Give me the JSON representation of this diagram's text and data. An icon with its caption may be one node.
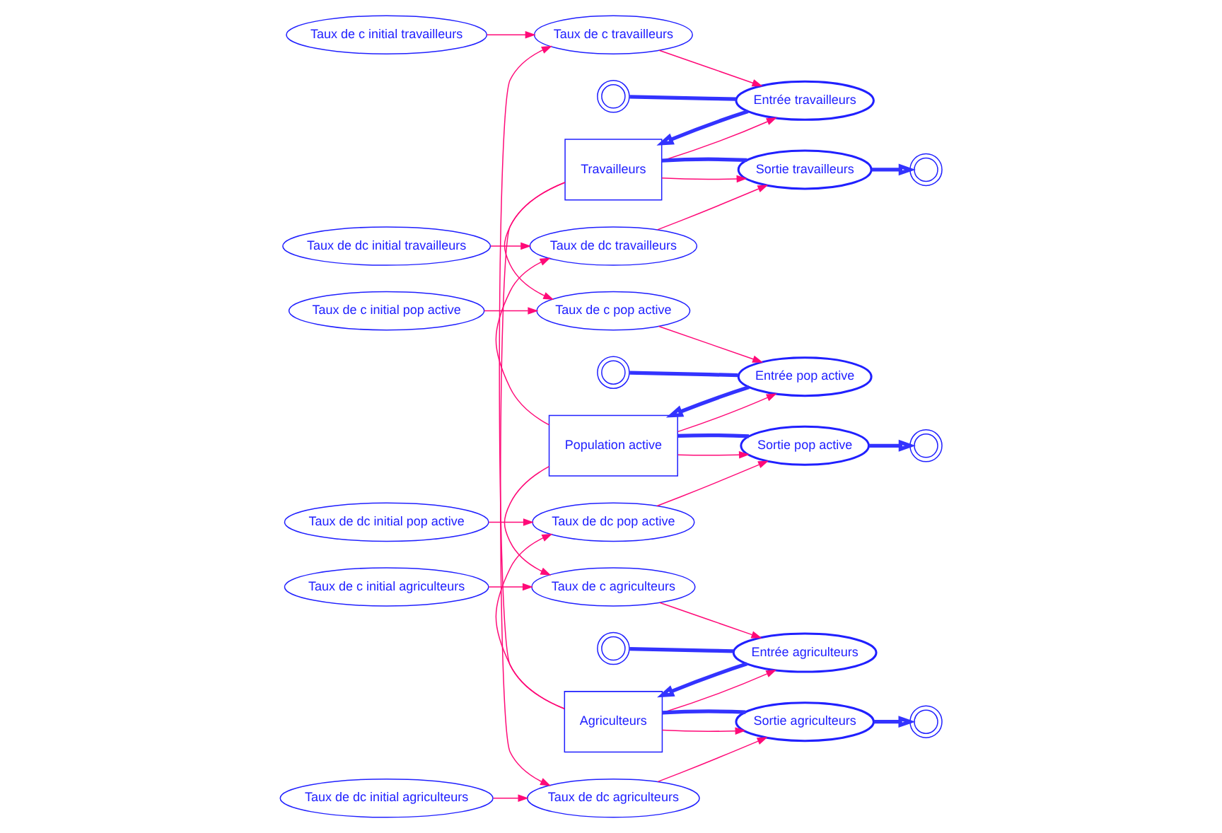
{
  "diagram": {
    "nodes": [
      {
        "text": [
          "Taux de c initial travailleurs"
        ]
      },
      {
        "text": [
          "Taux de c travailleurs"
        ]
      },
      {
        "text": [
          "Travailleurs"
        ]
      },
      {
        "text": [
          "Taux de dc travailleurs"
        ]
      },
      {
        "text": [
          "Taux de dc initial travailleurs"
        ]
      },
      {
        "text": [],
        "shape": "cloud"
      },
      {
        "text": [
          "Entrée travailleurs"
        ]
      },
      {
        "text": [
          "Sortie travailleurs"
        ]
      },
      {
        "text": [],
        "shape": "cloud"
      },
      {
        "text": [
          "Taux de c initial pop active"
        ]
      },
      {
        "text": [
          "Taux de c pop active"
        ]
      },
      {
        "text": [
          "Population active"
        ]
      },
      {
        "text": [
          "Taux de dc pop active"
        ]
      },
      {
        "text": [
          "Taux de dc initial pop active"
        ]
      },
      {
        "text": [],
        "shape": "cloud"
      },
      {
        "text": [
          "Entrée pop active"
        ]
      },
      {
        "text": [
          "Sortie pop active"
        ]
      },
      {
        "text": [],
        "shape": "cloud"
      },
      {
        "text": [
          "Taux de c initial agriculteurs"
        ]
      },
      {
        "text": [
          "Taux de c agriculteurs"
        ]
      },
      {
        "text": [
          "Agriculteurs"
        ]
      },
      {
        "text": [
          "Taux de dc agriculteurs"
        ]
      },
      {
        "text": [
          "Taux de dc initial agriculteurs"
        ]
      },
      {
        "text": [],
        "shape": "cloud"
      },
      {
        "text": [
          "Entrée agriculteurs"
        ]
      },
      {
        "text": [
          "Sortie agriculteurs"
        ]
      },
      {
        "text": [],
        "shape": "cloud"
      }
    ],
    "edges": [
      {
        "from": 0,
        "to": 1,
        "arrow": "to"
      },
      {
        "from": 1,
        "to": 6,
        "arrow": "to"
      },
      {
        "from": 2,
        "to": 6,
        "arrow": "to"
      },
      {
        "from": 2,
        "to": 7,
        "arrow": "to"
      },
      {
        "from": 3,
        "to": 7,
        "arrow": "to"
      },
      {
        "from": 4,
        "to": 3,
        "arrow": "to"
      },
      {
        "from": 5,
        "to": 6,
        "arrow": "none",
        "style": "thick",
        "color": "#3333ff"
      },
      {
        "from": 6,
        "to": 2,
        "arrow": "to",
        "style": "thick",
        "color": "#3333ff"
      },
      {
        "from": 2,
        "to": 7,
        "arrow": "none",
        "style": "thick",
        "color": "#3333ff"
      },
      {
        "from": 7,
        "to": 8,
        "arrow": "to",
        "style": "thick",
        "color": "#3333ff"
      },
      {
        "from": 9,
        "to": 10,
        "arrow": "to"
      },
      {
        "from": 10,
        "to": 15,
        "arrow": "to"
      },
      {
        "from": 11,
        "to": 15,
        "arrow": "to"
      },
      {
        "from": 11,
        "to": 16,
        "arrow": "to"
      },
      {
        "from": 12,
        "to": 16,
        "arrow": "to"
      },
      {
        "from": 13,
        "to": 12,
        "arrow": "to"
      },
      {
        "from": 14,
        "to": 15,
        "arrow": "none",
        "style": "thick",
        "color": "#3333ff"
      },
      {
        "from": 15,
        "to": 11,
        "arrow": "to",
        "style": "thick",
        "color": "#3333ff"
      },
      {
        "from": 11,
        "to": 16,
        "arrow": "none",
        "style": "thick",
        "color": "#3333ff"
      },
      {
        "from": 16,
        "to": 17,
        "arrow": "to",
        "style": "thick",
        "color": "#3333ff"
      },
      {
        "from": 18,
        "to": 19,
        "arrow": "to"
      },
      {
        "from": 19,
        "to": 24,
        "arrow": "to"
      },
      {
        "from": 20,
        "to": 24,
        "arrow": "to"
      },
      {
        "from": 20,
        "to": 25,
        "arrow": "to"
      },
      {
        "from": 21,
        "to": 25,
        "arrow": "to"
      },
      {
        "from": 22,
        "to": 21,
        "arrow": "to"
      },
      {
        "from": 23,
        "to": 24,
        "arrow": "none",
        "style": "thick",
        "color": "#3333ff"
      },
      {
        "from": 24,
        "to": 20,
        "arrow": "to",
        "style": "thick",
        "color": "#3333ff"
      },
      {
        "from": 20,
        "to": 25,
        "arrow": "none",
        "style": "thick",
        "color": "#3333ff"
      },
      {
        "from": 25,
        "to": 26,
        "arrow": "to",
        "style": "thick",
        "color": "#3333ff"
      },
      {
        "from": 2,
        "to": 10,
        "arrow": "to"
      },
      {
        "from": 11,
        "to": 19,
        "arrow": "to"
      },
      {
        "from": 20,
        "to": 1,
        "arrow": "to"
      },
      {
        "from": 2,
        "to": 21,
        "arrow": "to"
      },
      {
        "from": 11,
        "to": 3,
        "arrow": "to"
      },
      {
        "from": 20,
        "to": 12,
        "arrow": "to"
      }
    ]
  }
}
